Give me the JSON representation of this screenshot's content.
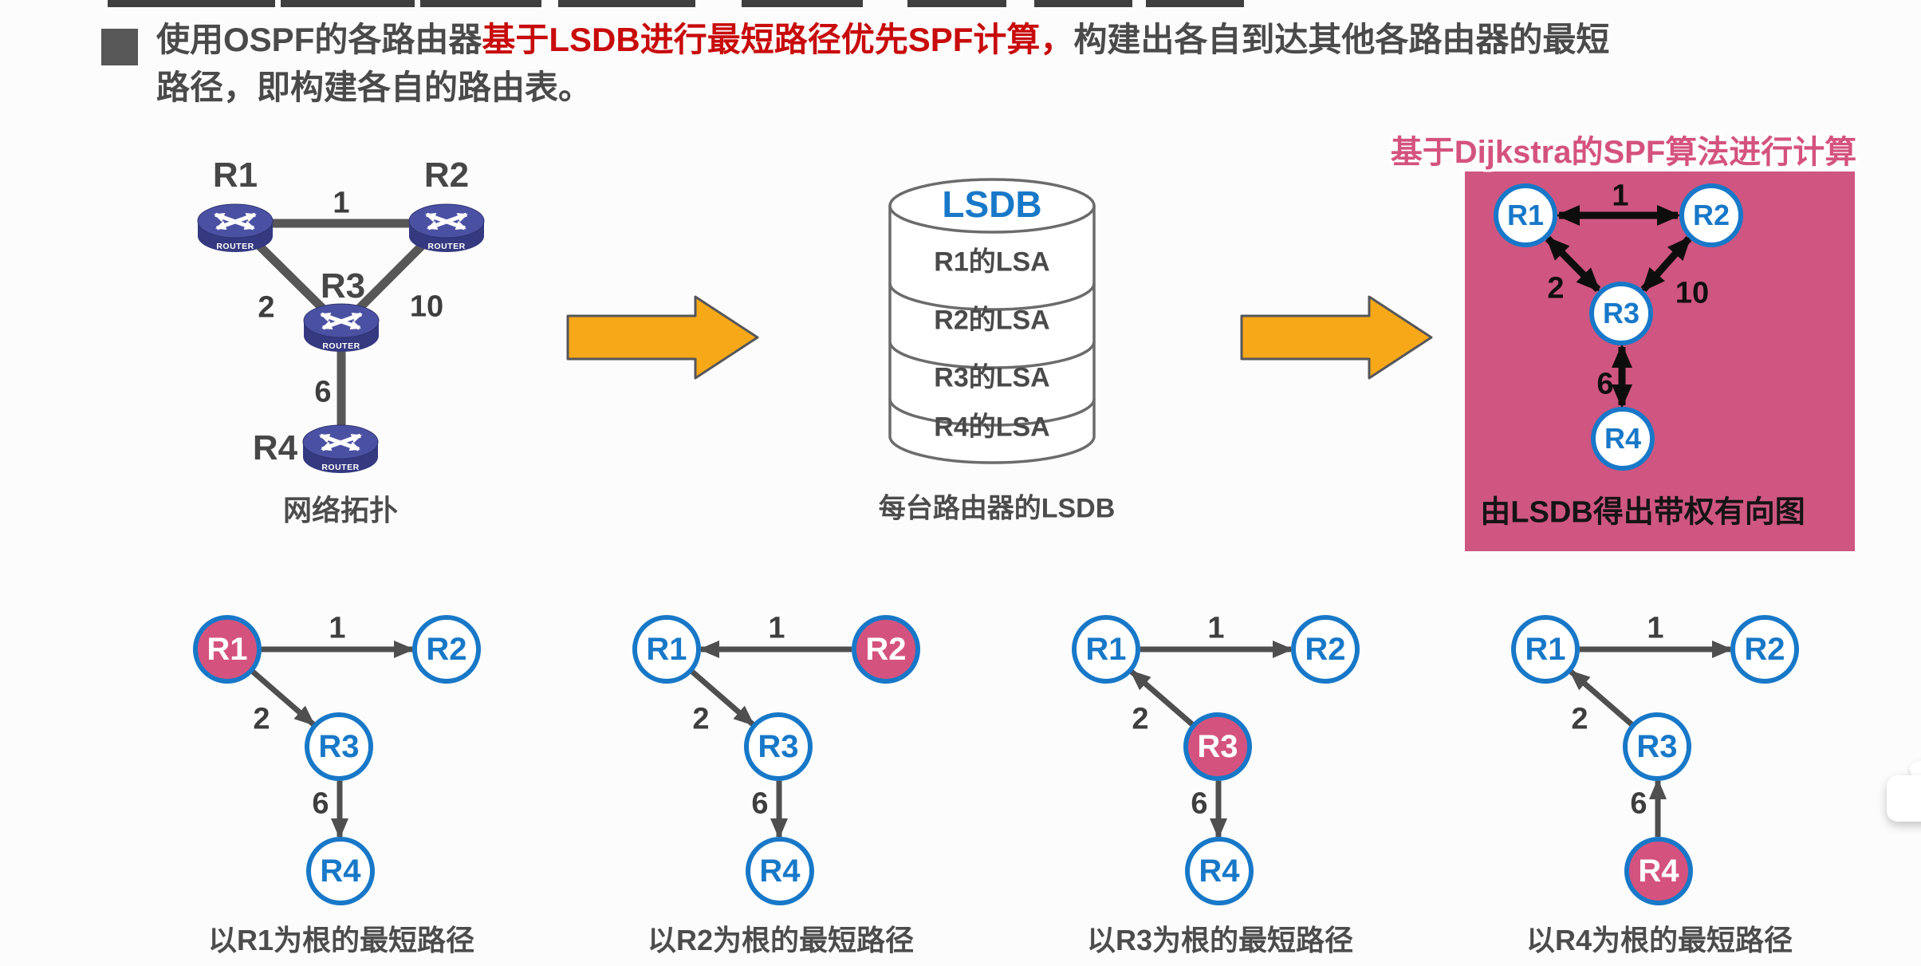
{
  "header": {
    "line1_normal": "使用OSPF的各路由器",
    "line1_red": "基于LSDB进行最短路径优先SPF计算，",
    "line1_tail": "构建出各自到达其他各路由器的最短",
    "line2": "路径，即构建各自的路由表。"
  },
  "topology": {
    "caption": "网络拓扑",
    "router_label": "ROUTER",
    "nodes": {
      "r1": "R1",
      "r2": "R2",
      "r3": "R3",
      "r4": "R4"
    },
    "weights": {
      "r1r2": "1",
      "r1r3": "2",
      "r2r3": "10",
      "r3r4": "6"
    }
  },
  "lsdb": {
    "title": "LSDB",
    "rows": [
      "R1的LSA",
      "R2的LSA",
      "R3的LSA",
      "R4的LSA"
    ],
    "caption": "每台路由器的LSDB"
  },
  "spf": {
    "header": "基于Dijkstra的SPF算法进行计算",
    "caption": "由LSDB得出带权有向图",
    "nodes": {
      "r1": "R1",
      "r2": "R2",
      "r3": "R3",
      "r4": "R4"
    },
    "weights": {
      "r1r2": "1",
      "r1r3": "2",
      "r2r3": "10",
      "r3r4": "6"
    }
  },
  "trees": [
    {
      "caption": "以R1为根的最短路径",
      "root": "R1",
      "n1": "R1",
      "n2": "R2",
      "n3": "R3",
      "n4": "R4",
      "w12": "1",
      "w13": "2",
      "w34": "6"
    },
    {
      "caption": "以R2为根的最短路径",
      "root": "R2",
      "n1": "R1",
      "n2": "R2",
      "n3": "R3",
      "n4": "R4",
      "w12": "1",
      "w13": "2",
      "w34": "6"
    },
    {
      "caption": "以R3为根的最短路径",
      "root": "R3",
      "n1": "R1",
      "n2": "R2",
      "n3": "R3",
      "n4": "R4",
      "w12": "1",
      "w13": "2",
      "w34": "6"
    },
    {
      "caption": "以R4为根的最短路径",
      "root": "R4",
      "n1": "R1",
      "n2": "R2",
      "n3": "R3",
      "n4": "R4",
      "w12": "1",
      "w13": "2",
      "w34": "6"
    }
  ],
  "colors": {
    "accent_pink": "#ce5680",
    "node_blue": "#1878c8",
    "arrow_orange": "#f7a818",
    "red_text": "#c80b0b",
    "router_purple": "#3a3f8e"
  }
}
